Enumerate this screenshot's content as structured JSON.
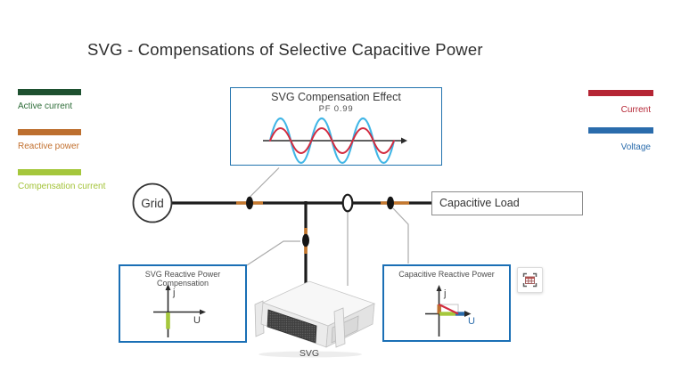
{
  "page": {
    "title": "SVG - Compensations of Selective Capacitive Power"
  },
  "legend_left": {
    "items": [
      {
        "label": "Active current",
        "color": "#1e5130"
      },
      {
        "label": "Reactive power",
        "color": "#bd6f2f"
      },
      {
        "label": "Compensation current",
        "color": "#a5c73c"
      }
    ]
  },
  "legend_right": {
    "items": [
      {
        "label": "Current",
        "color": "#b52534"
      },
      {
        "label": "Voltage",
        "color": "#2a6cac"
      }
    ]
  },
  "effect_box": {
    "title": "SVG Compensation Effect",
    "pf_label": "PF 0.99",
    "waveform": {
      "cycles": 3,
      "series": [
        {
          "name": "voltage",
          "color": "#41b6e6",
          "relative_amplitude": 1.0
        },
        {
          "name": "current",
          "color": "#d22b3f",
          "relative_amplitude": 0.56
        }
      ]
    }
  },
  "schematic": {
    "grid_label": "Grid",
    "load_label": "Capacitive Load",
    "device_label": "SVG",
    "line_color": "#1c1c1c",
    "reactive_segment_color": "#c5782e"
  },
  "comp_box": {
    "title": "SVG Reactive Power Compensation",
    "axis_y_label": "j",
    "axis_x_label": "U"
  },
  "cap_box": {
    "title": "Capacitive Reactive Power",
    "axis_y_label": "j",
    "axis_x_label": "U"
  },
  "toolbar": {
    "table_capture_icon": "table-capture-icon"
  }
}
